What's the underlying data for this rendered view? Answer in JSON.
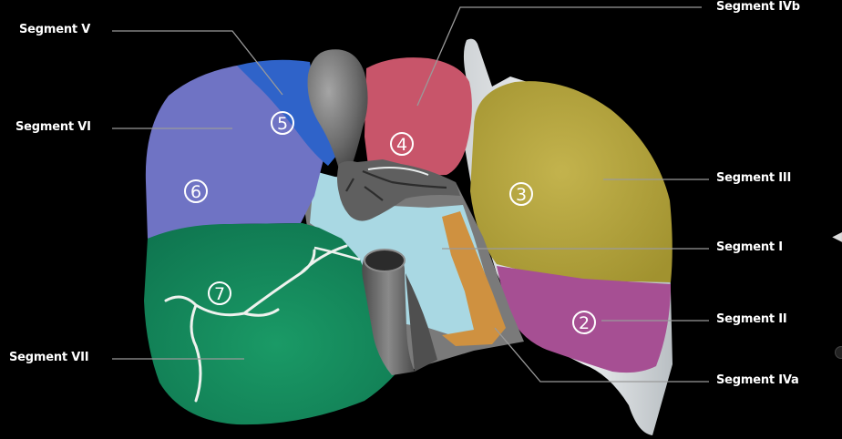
{
  "labels": {
    "seg_v": "Segment V",
    "seg_vi": "Segment VI",
    "seg_vii": "Segment VII",
    "seg_ivb": "Segment IVb",
    "seg_iii": "Segment III",
    "seg_i": "Segment I",
    "seg_ii": "Segment II",
    "seg_iva": "Segment IVa"
  },
  "numbers": {
    "n2": "2",
    "n3": "3",
    "n4": "4",
    "n5": "5",
    "n6": "6",
    "n7": "7"
  },
  "colors": {
    "background": "#000000",
    "segment_vi": "#6f73c4",
    "segment_v": "#2f63c9",
    "segment_vii": "#13875a",
    "segment_iv": "#c8556a",
    "segment_iii": "#b6a640",
    "segment_ii": "#a64f93",
    "segment_i": "#a9d8e3",
    "segment_iva": "#cf9140",
    "gallbladder": "#6b6b6b",
    "vessels": "#5a5a5a"
  }
}
